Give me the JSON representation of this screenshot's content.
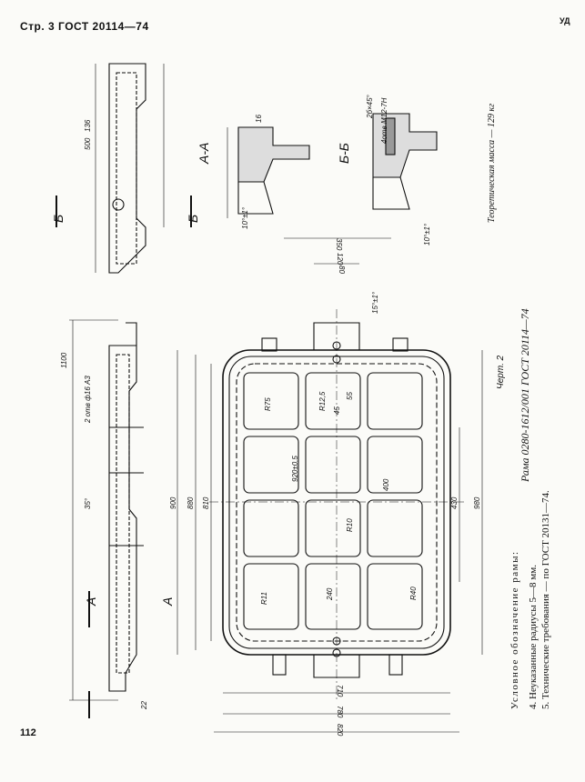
{
  "header": {
    "title": "Стр. 3 ГОСТ 20114—74",
    "right_fragment": "УД"
  },
  "page_number": "112",
  "mass_note": "Теоретическая масса — 129 кг",
  "frame_title": "Рама 0280-1612/001 ГОСТ 20114—74",
  "figure_caption": "Черт. 2",
  "notes": {
    "heading": "Условное обозначение рамы:",
    "item4": "4. Неуказанные радиусы 5—8 мм.",
    "item5": "5. Технические требования — по ГОСТ 20131—74."
  },
  "section_labels": {
    "aa": "А-А",
    "bb": "Б-Б",
    "a_mark": "А",
    "b_mark": "Б"
  },
  "dimensions": {
    "d1100": "1100",
    "d900": "900",
    "d880": "880",
    "d810": "810",
    "d920": "920±0,5",
    "d400": "400",
    "d430": "430",
    "d980": "980",
    "d350": "350",
    "d120": "120",
    "d80": "80",
    "d55": "55",
    "d45": "45",
    "d240": "240",
    "d710": "710",
    "d780": "780",
    "d820": "820",
    "d500": "500",
    "d136": "136",
    "d16": "16",
    "d22": "22",
    "r75": "R75",
    "r125": "R12,5",
    "r10": "R10",
    "r40": "R40",
    "r11": "R11",
    "holes": "2 отв ф16 А3",
    "angle": "35°",
    "angle2": "15°±1°",
    "ang10": "10°±1°",
    "chamfer": "2б×45°",
    "thread": "4отв М12-7Н"
  }
}
